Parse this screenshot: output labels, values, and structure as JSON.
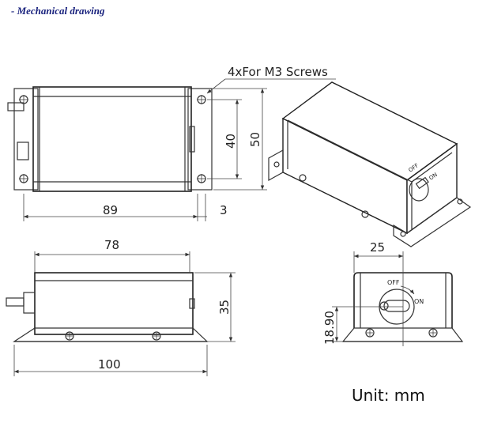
{
  "header": {
    "title": "- Mechanical drawing"
  },
  "annotations": {
    "screws": "4xFor M3 Screws",
    "switch_off": "OFF",
    "switch_on": "ON",
    "iso_switch_off": "OFF",
    "iso_switch_on": "ON"
  },
  "dimensions": {
    "top_width": "89",
    "top_flange": "3",
    "top_hole_spacing": "40",
    "top_height": "50",
    "side_body_length": "78",
    "side_height": "35",
    "side_total_length": "100",
    "front_offset": "25",
    "front_axis_height": "18.90"
  },
  "footer": {
    "unit": "Unit: mm"
  }
}
